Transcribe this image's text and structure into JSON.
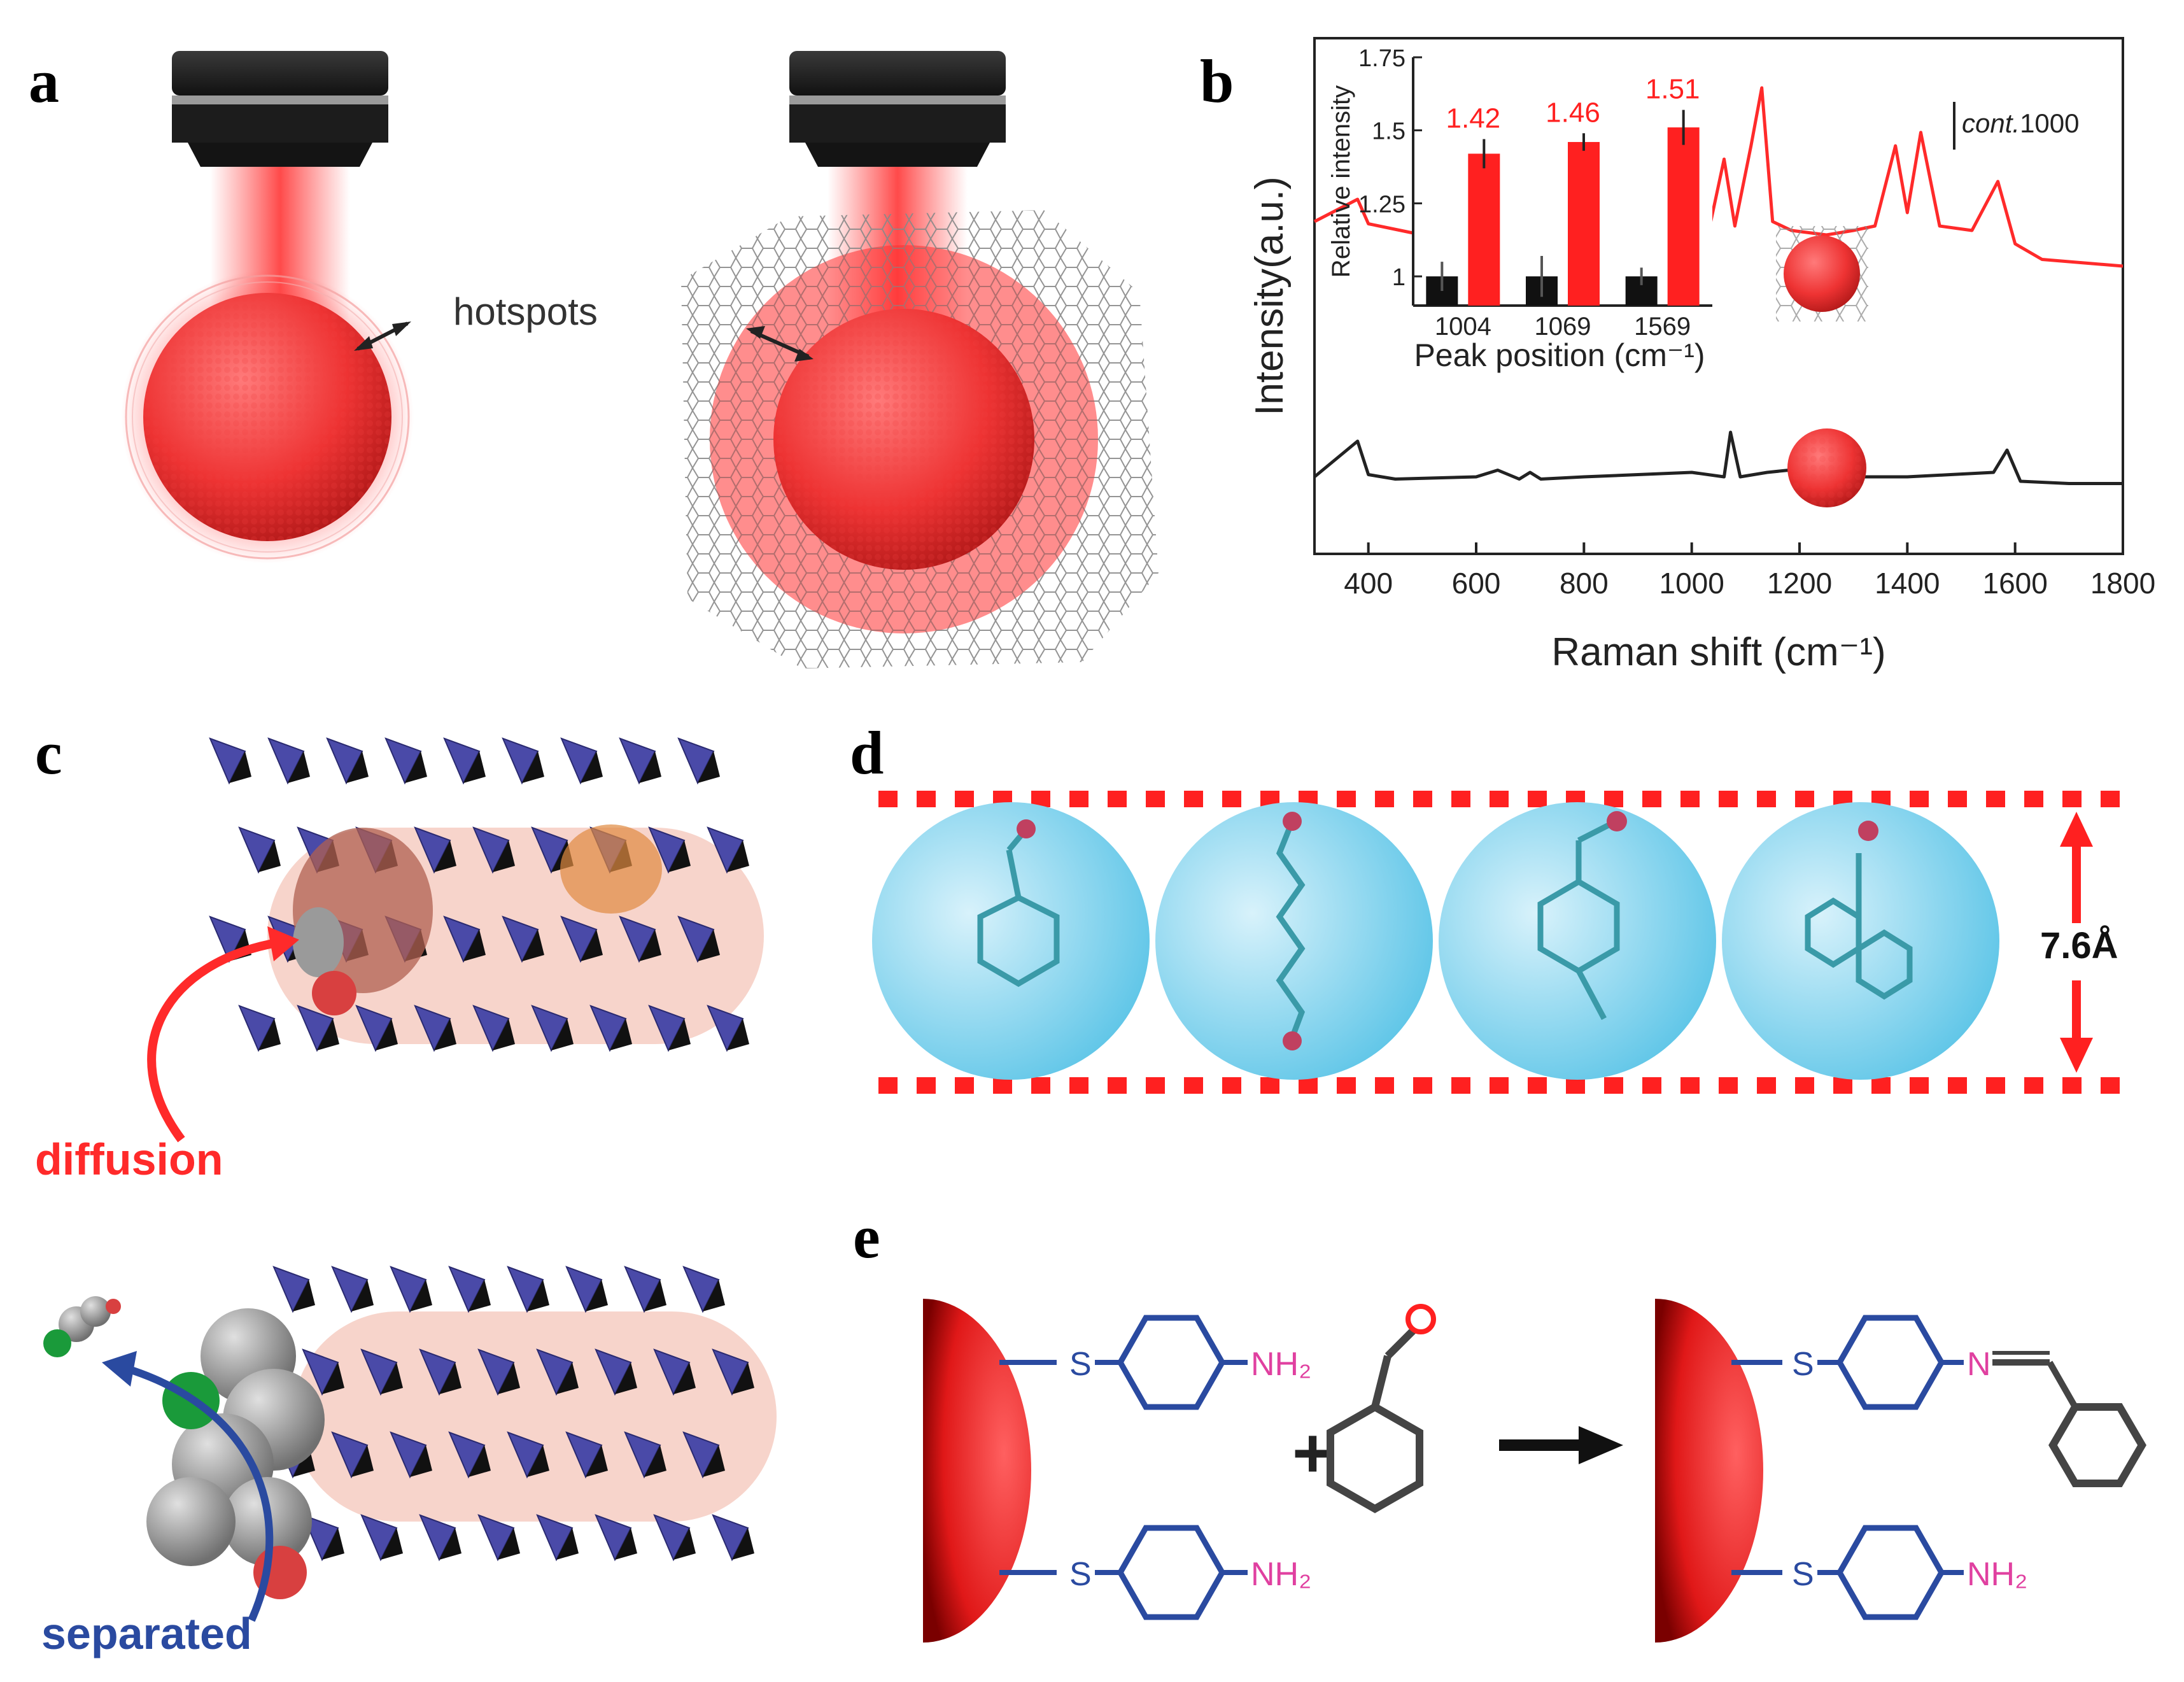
{
  "panels": {
    "a": {
      "label": "a",
      "hotspots_label": "hotspots"
    },
    "b": {
      "label": "b",
      "scale_label_italic": "cont.",
      "scale_label_value": "1000"
    },
    "c": {
      "label": "c",
      "diffusion_label": "diffusion",
      "separated_label": "separated"
    },
    "d": {
      "label": "d",
      "width_label": "7.6Å"
    },
    "e": {
      "label": "e",
      "nh2_label": "NH₂",
      "n_label": "N",
      "s_label": "S",
      "plus_label": "+"
    }
  },
  "chart_data": [
    {
      "type": "line",
      "xlabel": "Raman shift (cm⁻¹)",
      "ylabel": "Intensity(a.u.)",
      "xlim": [
        300,
        1800
      ],
      "x_ticks": [
        "400",
        "600",
        "800",
        "1000",
        "1200",
        "1400",
        "1600",
        "1800"
      ],
      "series_colors": {
        "coated": "#ff2a2a",
        "bare": "#222222"
      },
      "series": [
        {
          "values_x": [
            300,
            380,
            400,
            480,
            560,
            640,
            700,
            800,
            900,
            1000,
            1030,
            1060,
            1080,
            1110,
            1130,
            1150,
            1185,
            1250,
            1300,
            1340,
            1378,
            1400,
            1425,
            1460,
            1520,
            1568,
            1600,
            1650,
            1800
          ],
          "values_y": [
            2.6,
            3.1,
            2.55,
            2.35,
            2.3,
            2.35,
            2.25,
            2.15,
            2.05,
            2.0,
            2.3,
            4.0,
            2.5,
            4.3,
            5.6,
            2.6,
            2.4,
            2.3,
            2.4,
            2.5,
            4.3,
            2.8,
            4.6,
            2.5,
            2.4,
            3.5,
            2.1,
            1.75,
            1.6
          ]
        },
        {
          "values_x": [
            300,
            380,
            400,
            450,
            600,
            640,
            680,
            700,
            720,
            800,
            1000,
            1060,
            1072,
            1090,
            1140,
            1180,
            1200,
            1300,
            1400,
            1480,
            1560,
            1585,
            1610,
            1700,
            1800
          ],
          "values_y": [
            0.3,
            1.1,
            0.35,
            0.25,
            0.3,
            0.45,
            0.25,
            0.4,
            0.25,
            0.3,
            0.4,
            0.3,
            1.3,
            0.3,
            0.4,
            0.45,
            0.3,
            0.3,
            0.3,
            0.35,
            0.4,
            0.9,
            0.2,
            0.15,
            0.15
          ]
        }
      ]
    },
    {
      "type": "bar",
      "xlabel": "Peak position (cm⁻¹)",
      "ylabel": "Relative intensity",
      "categories": [
        "1004",
        "1069",
        "1569"
      ],
      "ylim": [
        0.9,
        1.75
      ],
      "y_ticks": [
        "1",
        "1.25",
        "1.5",
        "1.75"
      ],
      "series": [
        {
          "color": "#111111",
          "values": [
            1.0,
            1.0,
            1.0
          ],
          "errors": [
            0.05,
            0.07,
            0.03
          ]
        },
        {
          "color": "#ff2020",
          "values": [
            1.42,
            1.46,
            1.51
          ],
          "errors": [
            0.05,
            0.03,
            0.06
          ]
        }
      ],
      "value_labels": [
        "1.42",
        "1.46",
        "1.51"
      ]
    }
  ]
}
